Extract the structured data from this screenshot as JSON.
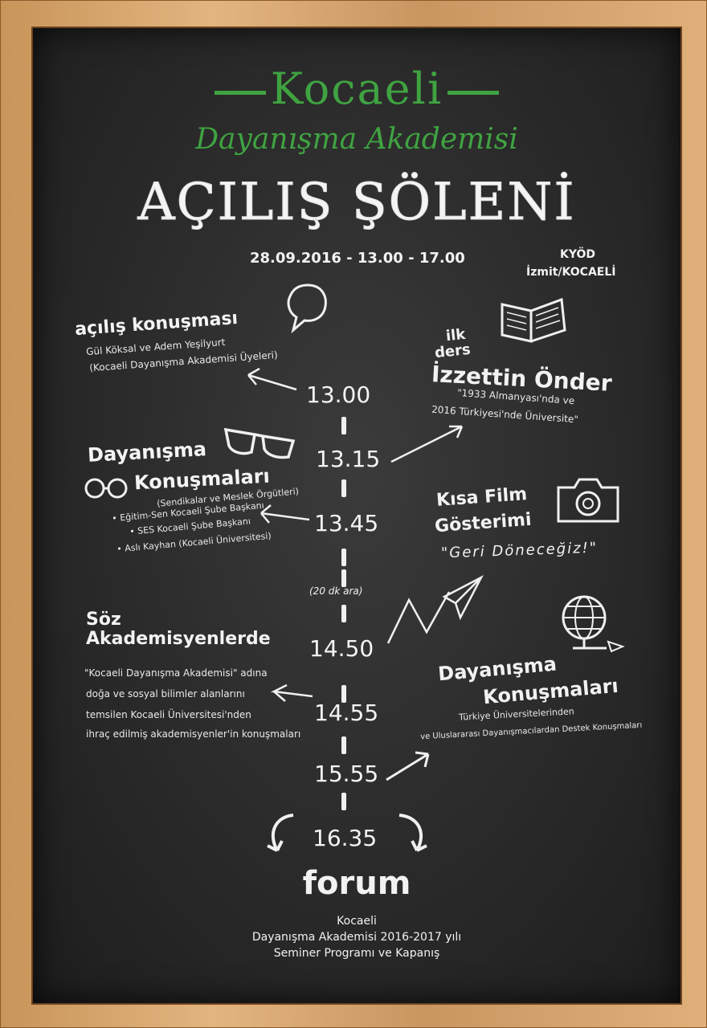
{
  "header": {
    "title_green": "Kocaeli",
    "subtitle_green": "Dayanışma Akademisi",
    "title_main": "AÇILIŞ ŞÖLENİ",
    "date_time": "28.09.2016 - 13.00 - 17.00",
    "org_line1": "KYÖD",
    "org_line2": "İzmit/KOCAELİ"
  },
  "timeline": {
    "times": [
      "13.00",
      "13.15",
      "13.45",
      "14.50",
      "14.55",
      "15.55",
      "16.35"
    ],
    "break_note": "(20 dk ara)"
  },
  "sessions": {
    "acilis": {
      "heading": "açılış konuşması",
      "line1": "Gül Köksal ve Adem Yeşilyurt",
      "line2": "(Kocaeli Dayanışma Akademisi Üyeleri)"
    },
    "ilk_ders": {
      "label_ilk": "ilk",
      "label_ders": "ders",
      "speaker": "İzzettin Önder",
      "line1": "\"1933 Almanyası'nda ve",
      "line2": "2016 Türkiyesi'nde Üniversite\""
    },
    "dayanisma1": {
      "heading1": "Dayanışma",
      "heading2": "Konuşmaları",
      "sub": "(Sendikalar ve Meslek Örgütleri)",
      "items": [
        "• Eğitim-Sen Kocaeli Şube Başkanı",
        "• SES Kocaeli Şube Başkanı",
        "• Aslı Kayhan (Kocaeli Üniversitesi)"
      ]
    },
    "film": {
      "heading1": "Kısa Film",
      "heading2": "Gösterimi",
      "title": "\"Geri Döneceğiz!\""
    },
    "soz": {
      "heading1": "Söz",
      "heading2": "Akademisyenlerde",
      "lines": [
        "\"Kocaeli Dayanışma Akademisi\" adına",
        "doğa ve sosyal bilimler alanlarını",
        "temsilen Kocaeli Üniversitesi'nden",
        "ihraç edilmiş akademisyenler'in konuşmaları"
      ]
    },
    "dayanisma2": {
      "heading1": "Dayanışma",
      "heading2": "Konuşmaları",
      "line1": "Türkiye Üniversitelerinden",
      "line2": "ve Uluslararası Dayanışmacılardan Destek Konuşmaları"
    },
    "forum": {
      "heading": "forum",
      "line1": "Kocaeli",
      "line2": "Dayanışma Akademisi 2016-2017 yılı",
      "line3": "Seminer Programı ve Kapanış"
    }
  },
  "colors": {
    "chalk": "#f2f2f2",
    "green": "#3fa341",
    "board": "#2a2a2a",
    "frame": "#d4a46c"
  },
  "icons": [
    "speech-bubble-icon",
    "open-book-icon",
    "glasses-icon",
    "round-glasses-icon",
    "camera-icon",
    "paper-plane-icon",
    "globe-icon",
    "curved-arrow-icon"
  ]
}
